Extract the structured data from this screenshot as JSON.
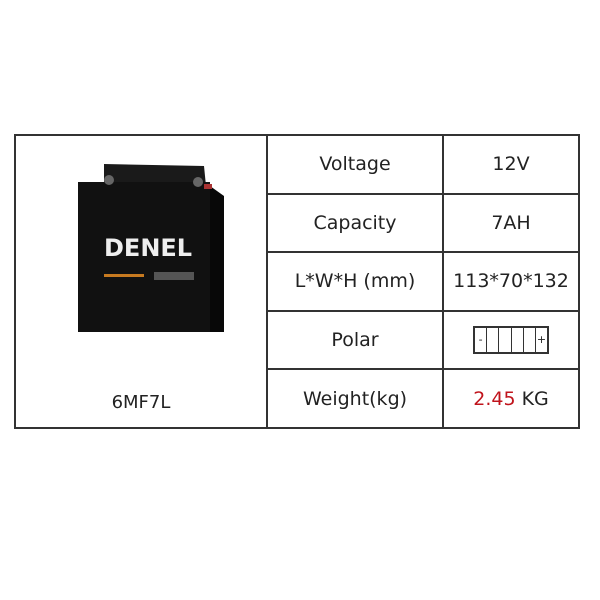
{
  "product": {
    "brand": "DENEL",
    "model": "6MF7L"
  },
  "specs": [
    {
      "label": "Voltage",
      "value": "12V"
    },
    {
      "label": "Capacity",
      "value": "7AH"
    },
    {
      "label": "L*W*H (mm)",
      "value": "113*70*132"
    },
    {
      "label": "Polar",
      "value": "",
      "icon": "battery-polarity-icon",
      "neg": "-",
      "pos": "+"
    },
    {
      "label": "Weight(kg)",
      "value_highlight": "2.45",
      "value_unit": "KG"
    }
  ],
  "colors": {
    "highlight": "#c0141c",
    "border": "#333333"
  }
}
